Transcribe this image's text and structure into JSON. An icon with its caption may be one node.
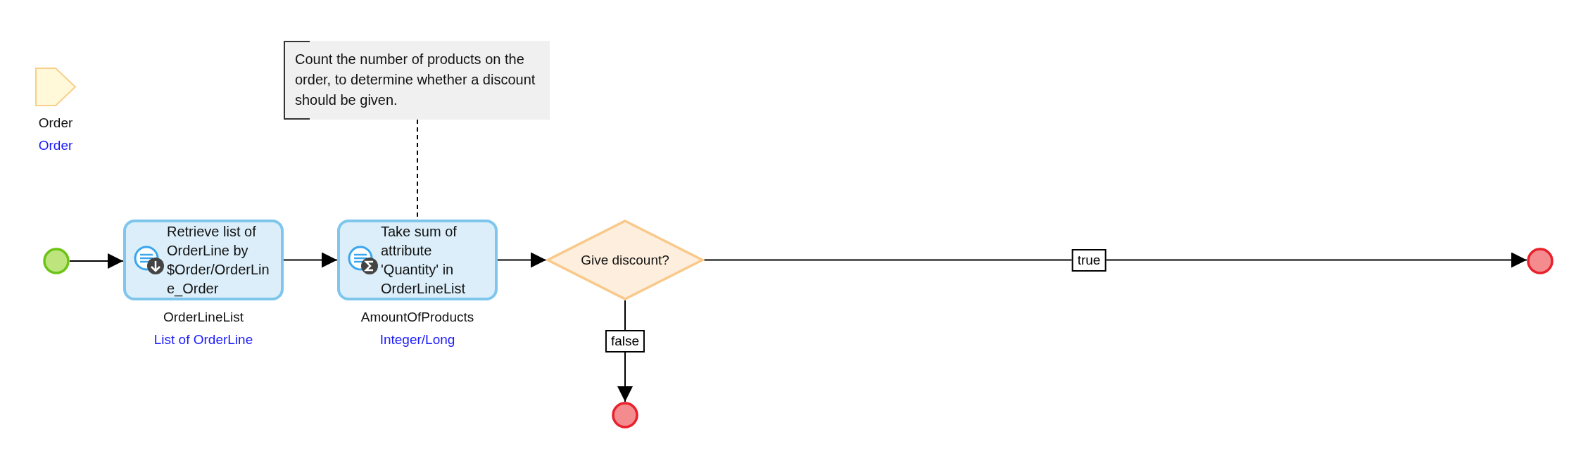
{
  "diagram": {
    "nodes": [
      {
        "text": [],
        "shape": "pentagon",
        "beside": [
          "Order",
          "Order"
        ]
      },
      {
        "text": [],
        "shape": "circle"
      },
      {
        "text": [
          "Retrieve list of OrderLine by $Order/OrderLine_Order"
        ],
        "beside": [
          "OrderLineList",
          "List of OrderLine"
        ]
      },
      {
        "text": [
          "Take sum of attribute 'Quantity' in OrderLineList"
        ],
        "beside": [
          "AmountOfProducts",
          "Integer/Long"
        ]
      },
      {
        "text": [
          "Count the number of products on the order, to determine whether a discount should be given."
        ]
      },
      {
        "text": [
          "Give discount?"
        ]
      },
      {
        "text": [],
        "shape": "circle"
      },
      {
        "text": [],
        "shape": "circle"
      }
    ],
    "edges": [
      {
        "from": 1,
        "to": 2,
        "arrow": "to"
      },
      {
        "from": 2,
        "to": 3,
        "arrow": "to"
      },
      {
        "from": 3,
        "to": 5,
        "arrow": "to"
      },
      {
        "from": 5,
        "to": 7,
        "arrow": "to",
        "label": "true"
      },
      {
        "from": 5,
        "to": 6,
        "arrow": "to",
        "label": "false"
      },
      {
        "from": 4,
        "to": 3,
        "arrow": "none",
        "style": "dashed"
      }
    ]
  }
}
